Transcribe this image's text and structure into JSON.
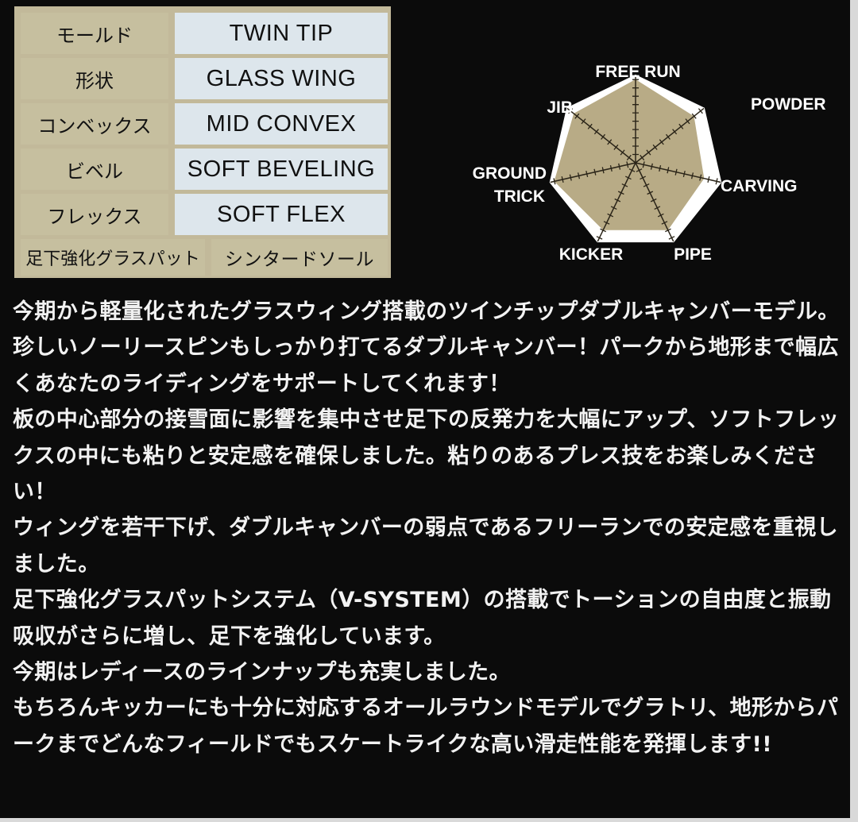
{
  "specs": [
    {
      "label": "モールド",
      "value": "TWIN TIP"
    },
    {
      "label": "形状",
      "value": "GLASS WING"
    },
    {
      "label": "コンベックス",
      "value": "MID CONVEX"
    },
    {
      "label": "ビベル",
      "value": "SOFT BEVELING"
    },
    {
      "label": "フレックス",
      "value": "SOFT FLEX"
    },
    {
      "label": "足下強化グラスパット",
      "value": "シンタードソール"
    }
  ],
  "chart_data": {
    "type": "radar",
    "axes": [
      "FREE RUN",
      "POWDER",
      "CARVING",
      "PIPE",
      "KICKER",
      "GROUND TRICK",
      "JIB"
    ],
    "values": [
      0.95,
      0.85,
      0.8,
      0.85,
      0.85,
      0.95,
      0.9
    ],
    "fill_color": "#b8ab86",
    "outline_color": "#ffffff"
  },
  "description": [
    "今期から軽量化されたグラスウィング搭載のツインチップダブルキャンバーモデル。珍しいノーリースピンもしっかり打てるダブルキャンバー！パークから地形まで幅広くあなたのライディングをサポートしてくれます！",
    "板の中心部分の接雪面に影響を集中させ足下の反発力を大幅にアップ、ソフトフレックスの中にも粘りと安定感を確保しました。粘りのあるプレス技をお楽しみください！",
    "ウィングを若干下げ、ダブルキャンバーの弱点であるフリーランでの安定感を重視しました。",
    "足下強化グラスパットシステム（V-SYSTEM）の搭載でトーションの自由度と振動吸収がさらに増し、足下を強化しています。",
    "今期はレディースのラインナップも充実しました。",
    "もちろんキッカーにも十分に対応するオールラウンドモデルでグラトリ、地形からパークまでどんなフィールドでもスケートライクな高い滑走性能を発揮します!!"
  ]
}
